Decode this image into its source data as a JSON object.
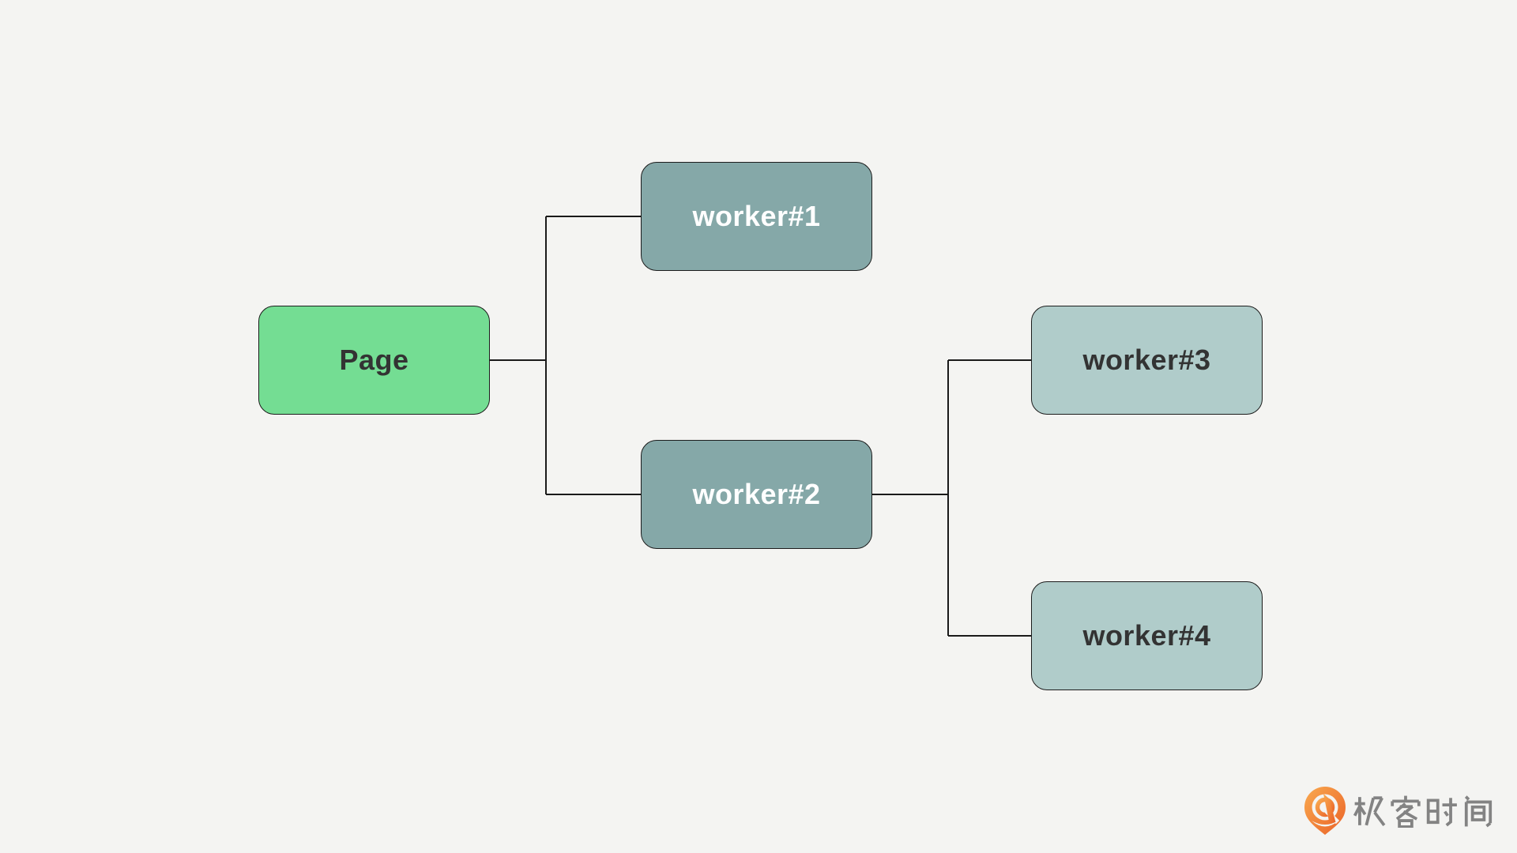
{
  "page_background": "#F4F4F2",
  "diagram": {
    "type": "tree",
    "direction": "left-to-right",
    "nodes": [
      {
        "id": "page",
        "label": "Page",
        "fill": "#74DD93",
        "text_color": "#333333",
        "level": 0,
        "parent": null
      },
      {
        "id": "worker1",
        "label": "worker#1",
        "fill": "#85A8A8",
        "text_color": "#FFFFFF",
        "level": 1,
        "parent": "page"
      },
      {
        "id": "worker2",
        "label": "worker#2",
        "fill": "#85A8A8",
        "text_color": "#FFFFFF",
        "level": 1,
        "parent": "page"
      },
      {
        "id": "worker3",
        "label": "worker#3",
        "fill": "#B0CCCA",
        "text_color": "#333333",
        "level": 2,
        "parent": "worker2"
      },
      {
        "id": "worker4",
        "label": "worker#4",
        "fill": "#B0CCCA",
        "text_color": "#333333",
        "level": 2,
        "parent": "worker2"
      }
    ],
    "edges": [
      {
        "from": "page",
        "to": "worker1"
      },
      {
        "from": "page",
        "to": "worker2"
      },
      {
        "from": "worker2",
        "to": "worker3"
      },
      {
        "from": "worker2",
        "to": "worker4"
      }
    ],
    "edge_color": "#1A1A1A",
    "node_border_color": "#1C1C1C"
  },
  "brand": {
    "logo_text": "极客时间",
    "logo_text_color": "#838383",
    "logo_icon": "geektime-pin-icon",
    "logo_icon_gradient": [
      "#F9A94F",
      "#EA6227"
    ]
  }
}
